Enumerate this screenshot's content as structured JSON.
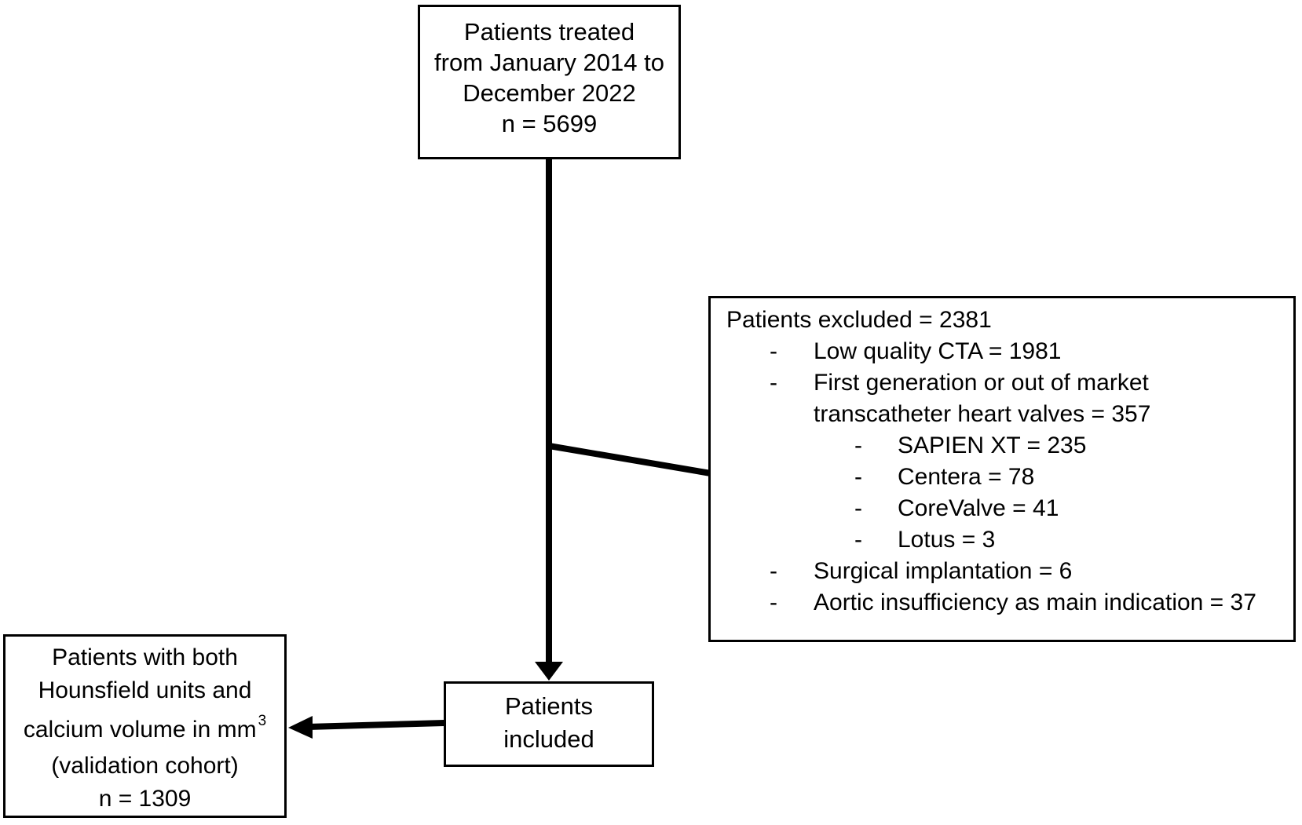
{
  "treated_box": {
    "lines": [
      "Patients treated",
      "from January 2014 to",
      "December 2022",
      "n = 5699"
    ]
  },
  "excluded_box": {
    "title": "Patients excluded = 2381",
    "bullet": "-",
    "items": [
      {
        "label": "Low quality CTA = 1981"
      },
      {
        "label": "First generation or out of market transcatheter heart valves = 357",
        "sub_items": [
          "SAPIEN XT = 235",
          "Centera = 78",
          "CoreValve = 41",
          "Lotus = 3"
        ]
      },
      {
        "label": "Surgical implantation = 6"
      },
      {
        "label": "Aortic insufficiency as main indication = 37"
      }
    ]
  },
  "included_box": {
    "lines": [
      "Patients",
      "included"
    ]
  },
  "validation_box": {
    "line1": "Patients with both",
    "line2": "Hounsfield units and",
    "line3_text": "calcium volume in mm",
    "line3_sup": "3",
    "line4": "(validation cohort)",
    "line5": "n = 1309"
  },
  "colors": {
    "background": "#ffffff",
    "text": "#000000",
    "border": "#000000",
    "connector": "#000000"
  }
}
